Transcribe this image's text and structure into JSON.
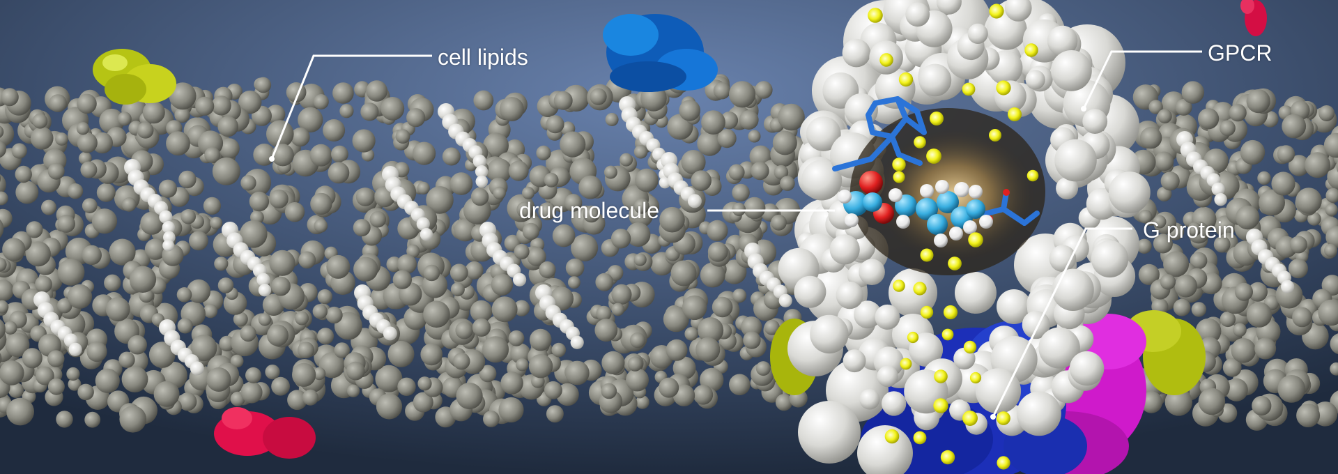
{
  "labels": {
    "cell_lipids": "cell lipids",
    "gpcr": "GPCR",
    "drug_molecule": "drug molecule",
    "g_protein": "G protein"
  },
  "colors": {
    "background_top": "#5f79a6",
    "background_bottom": "#26344a",
    "lipid": "#8f8f86",
    "lipid_highlight": "#e6e6e2",
    "gpcr": "#dcdcd8",
    "g_protein_alpha": "#1a2fb0",
    "g_protein_beta": "#d61ad0",
    "g_protein_gamma": "#b8c414",
    "protein_yellow": "#c8cc1e",
    "protein_blue": "#1676d8",
    "protein_red": "#e0104a",
    "drug_carbon": "#3aaed8",
    "drug_oxygen": "#e02020",
    "drug_hydrogen": "#ffffff",
    "ligand_stick": "#2b74d8",
    "water_dot": "#f2f21a",
    "label_line": "#ffffff"
  }
}
